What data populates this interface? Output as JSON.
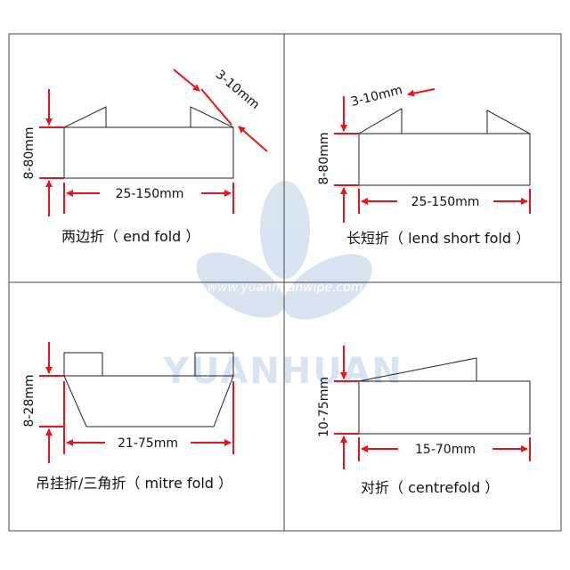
{
  "panels": [
    {
      "caption": "两边折（ end fold ）",
      "height_dim": "8-80mm",
      "width_dim": "25-150mm",
      "fold_dim": "3-10mm"
    },
    {
      "caption": "长短折（ lend short fold ）",
      "height_dim": "8-80mm",
      "width_dim": "25-150mm",
      "fold_dim": "3-10mm"
    },
    {
      "caption": "吊挂折/三角折（ mitre fold ）",
      "height_dim": "8-28mm",
      "width_dim": "21-75mm"
    },
    {
      "caption": "对折（ centrefold ）",
      "height_dim": "10-75mm",
      "width_dim": "15-70mm"
    }
  ],
  "watermark": {
    "brand": "YUANHUAN",
    "url": "www.yuanhuanwipe.com"
  },
  "colors": {
    "dimension": "#e8141c",
    "outline": "#222222",
    "grid": "#444444",
    "watermark": "#b9cde6"
  }
}
